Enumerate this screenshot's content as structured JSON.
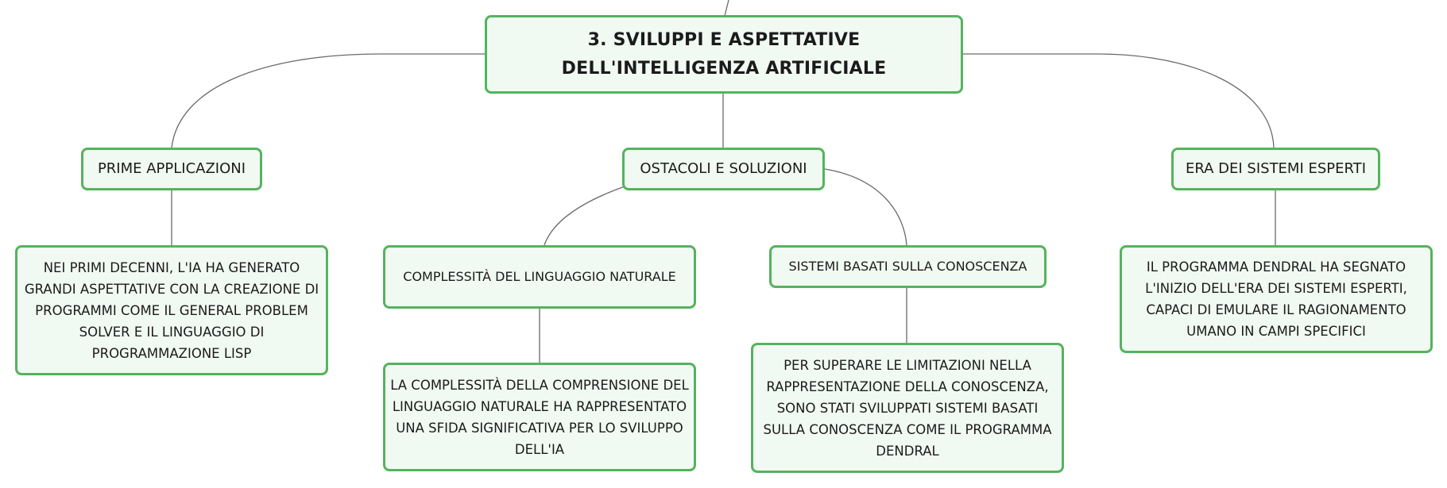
{
  "root": {
    "label": "3. SVILUPPI E ASPETTATIVE DELL'INTELLIGENZA ARTIFICIALE"
  },
  "branches": {
    "prime_applicazioni": {
      "label": "PRIME APPLICAZIONI",
      "detail": "NEI PRIMI DECENNI, L'IA HA GENERATO GRANDI ASPETTATIVE CON LA CREAZIONE DI PROGRAMMI COME IL GENERAL PROBLEM SOLVER E IL LINGUAGGIO DI PROGRAMMAZIONE LISP"
    },
    "ostacoli_soluzioni": {
      "label": "OSTACOLI E SOLUZIONI",
      "complessita": {
        "label": "COMPLESSITÀ DEL LINGUAGGIO NATURALE",
        "detail": "LA COMPLESSITÀ DELLA COMPRENSIONE DEL LINGUAGGIO NATURALE HA RAPPRESENTATO UNA SFIDA SIGNIFICATIVA PER LO SVILUPPO DELL'IA"
      },
      "sistemi_conoscenza": {
        "label": "SISTEMI BASATI SULLA CONOSCENZA",
        "detail": "PER SUPERARE LE LIMITAZIONI NELLA RAPPRESENTAZIONE DELLA CONOSCENZA, SONO STATI SVILUPPATI SISTEMI BASATI SULLA CONOSCENZA COME IL PROGRAMMA DENDRAL"
      }
    },
    "era_sistemi_esperti": {
      "label": "ERA DEI SISTEMI ESPERTI",
      "detail": "IL PROGRAMMA DENDRAL HA SEGNATO L'INIZIO DELL'ERA DEI SISTEMI ESPERTI, CAPACI DI EMULARE IL RAGIONAMENTO UMANO IN CAMPI SPECIFICI"
    }
  },
  "colors": {
    "node_border": "#55b35e",
    "node_fill": "#f1faf2",
    "connector": "#6a6a6a",
    "text": "#1b1b1b"
  }
}
